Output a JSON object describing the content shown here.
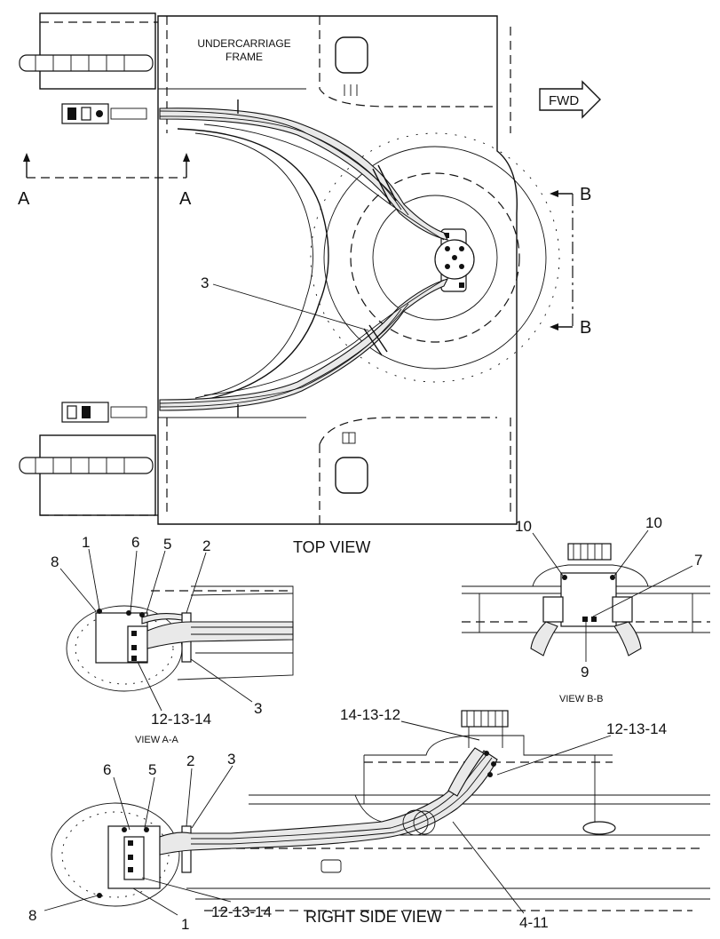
{
  "labels": {
    "frame_line1": "UNDERCARRIAGE",
    "frame_line2": "FRAME",
    "fwd": "FWD",
    "section_a_left": "A",
    "section_a_right": "A",
    "section_b_top": "B",
    "section_b_bottom": "B",
    "top_view": "TOP VIEW",
    "view_aa": "VIEW A-A",
    "view_bb": "VIEW B-B",
    "right_side_view": "RIGHT SIDE VIEW"
  },
  "callouts": {
    "top_3": "3",
    "aa_8": "8",
    "aa_1": "1",
    "aa_6": "6",
    "aa_5": "5",
    "aa_2": "2",
    "aa_3": "3",
    "aa_12_13_14": "12-13-14",
    "bb_10_left": "10",
    "bb_10_right": "10",
    "bb_7": "7",
    "bb_9": "9",
    "rs_14_13_12": "14-13-12",
    "rs_12_13_14_top": "12-13-14",
    "rs_6": "6",
    "rs_5": "5",
    "rs_2": "2",
    "rs_3": "3",
    "rs_8": "8",
    "rs_1": "1",
    "rs_12_13_14_bottom": "12-13-14",
    "rs_4_11": "4-11"
  }
}
